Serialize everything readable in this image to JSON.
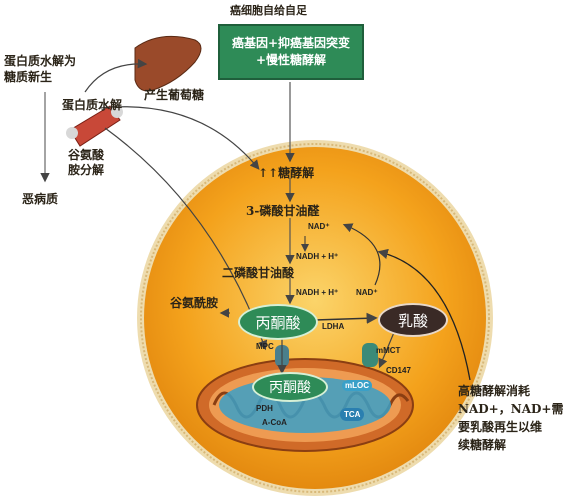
{
  "top_label": "癌细胞自给自足",
  "green_box": {
    "line1": "癌基因+抑癌基因突变",
    "line2": "+慢性糖酵解"
  },
  "left": {
    "protein_gluconeogenesis": [
      "蛋白质水解为",
      "糖质新生"
    ],
    "produce_glucose": "产生葡萄糖",
    "proteolysis": "蛋白质水解",
    "glutamine_breakdown": [
      "谷氨酸",
      "胺分解"
    ],
    "cachexia": "恶病质"
  },
  "cell": {
    "glycolysis": "↑↑糖酵解",
    "g3p": "3-磷酸甘油醛",
    "nad_plus_1": "NAD⁺",
    "nadh_1": "NADH + H⁺",
    "bpg": "二磷酸甘油酸",
    "nadh_2": "NADH + H⁺",
    "nad_plus_2": "NAD⁺",
    "glutamine": "谷氨酰胺",
    "pyruvate": "丙酮酸",
    "ldha": "LDHA",
    "lactate": "乳酸",
    "mpc": "MPC",
    "mct": "mMCT",
    "cd147": "CD147",
    "mito_pyruvate": "丙酮酸",
    "mloc": "mLOC",
    "pdh": "PDH",
    "acoa": "A-CoA",
    "tca": "TCA"
  },
  "right_note": [
    "高糖酵解消耗",
    "NAD+，NAD+需",
    "要乳酸再生以维",
    "续糖酵解"
  ],
  "colors": {
    "cell_fill": "#f4a21c",
    "cell_border": "#e8c98a",
    "green": "#2e8b57",
    "lactate_oval": "#3a2a26",
    "mito_outer": "#d06a28",
    "mito_inner": "#3aa0c8"
  }
}
